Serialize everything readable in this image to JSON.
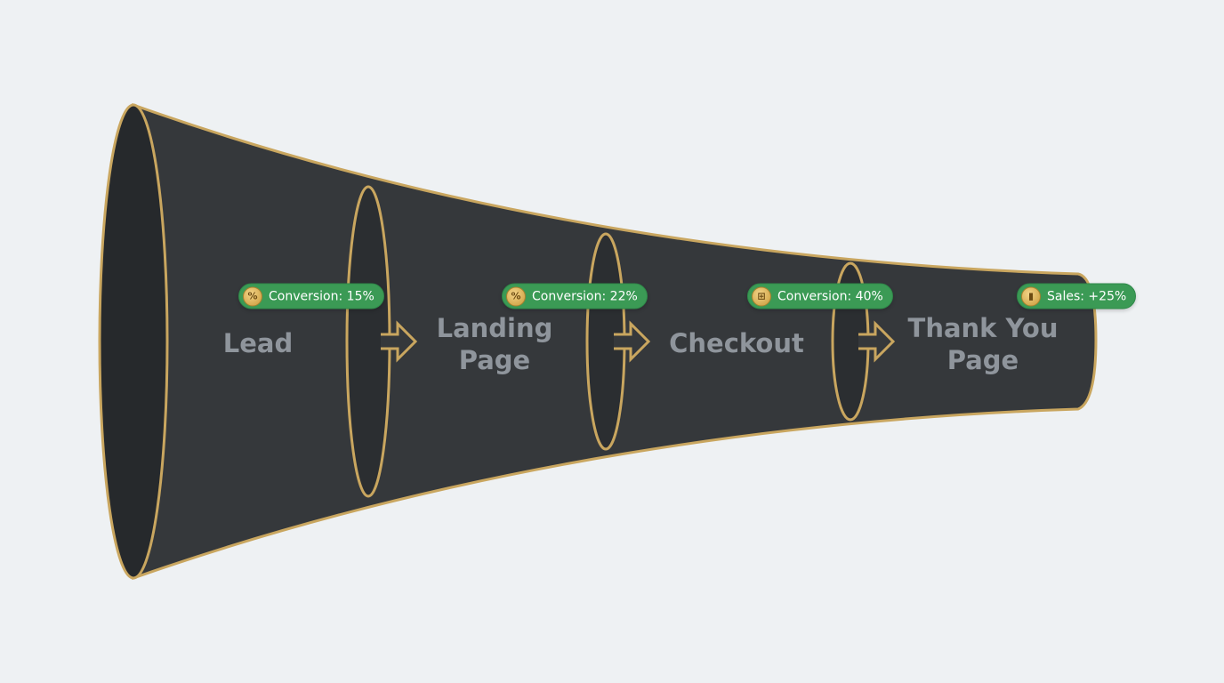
{
  "stages": [
    {
      "name": "lead",
      "lines": [
        "Lead"
      ]
    },
    {
      "name": "landing-page",
      "lines": [
        "Landing",
        "Page"
      ]
    },
    {
      "name": "checkout",
      "lines": [
        "Checkout"
      ]
    },
    {
      "name": "thank-you-page",
      "lines": [
        "Thank You",
        "Page"
      ]
    }
  ],
  "badges": [
    {
      "name": "conversion-15",
      "text": "Conversion: 15%",
      "icon": "percent-icon",
      "glyph": "%"
    },
    {
      "name": "conversion-22",
      "text": "Conversion: 22%",
      "icon": "percent-icon",
      "glyph": "%"
    },
    {
      "name": "conversion-40",
      "text": "Conversion: 40%",
      "icon": "cart-icon",
      "glyph": "⊞"
    },
    {
      "name": "sales-25",
      "text": "Sales: +25%",
      "icon": "bar-chart-icon",
      "glyph": "▮"
    }
  ],
  "colors": {
    "background": "#eef1f3",
    "funnel_fill": "#35383b",
    "funnel_inner": "#26292c",
    "outline_gold": "#c9a65f",
    "label_gray": "#8f959c",
    "badge_green": "#3b9a55"
  }
}
